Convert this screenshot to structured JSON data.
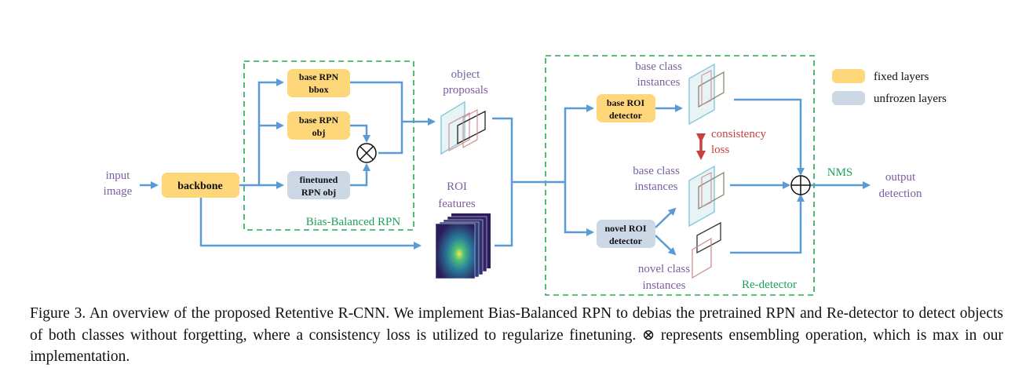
{
  "diagram": {
    "input_label": [
      "input",
      "image"
    ],
    "backbone_label": "backbone",
    "rpn_group_label": "Bias-Balanced RPN",
    "base_rpn_bbox": [
      "base RPN",
      "bbox"
    ],
    "base_rpn_obj": [
      "base RPN",
      "obj"
    ],
    "finetuned_rpn_obj": [
      "finetuned",
      "RPN obj"
    ],
    "object_proposals": [
      "object",
      "proposals"
    ],
    "roi_features": [
      "ROI",
      "features"
    ],
    "base_roi_detector": [
      "base ROI",
      "detector"
    ],
    "novel_roi_detector": [
      "novel ROI",
      "detector"
    ],
    "base_instances_top": [
      "base class",
      "instances"
    ],
    "base_instances_mid": [
      "base class",
      "instances"
    ],
    "novel_instances": [
      "novel class",
      "instances"
    ],
    "consistency_loss": [
      "consistency",
      "loss"
    ],
    "nms_label": "NMS",
    "output_label": [
      "output",
      "detection"
    ],
    "redetector_group_label": "Re-detector",
    "legend": [
      {
        "label": "fixed layers",
        "color": "#fdd77a"
      },
      {
        "label": "unfrozen layers",
        "color": "#cdd8e6"
      }
    ],
    "ensemble_symbol": "⊗",
    "sum_symbol": "⊕"
  },
  "caption": "Figure 3. An overview of the proposed Retentive R-CNN. We implement Bias-Balanced RPN to debias the pretrained RPN and Re-detector to detect objects of both classes without forgetting, where a consistency loss is utilized to regularize finetuning. ⊗ represents ensembling operation, which is max in our implementation."
}
